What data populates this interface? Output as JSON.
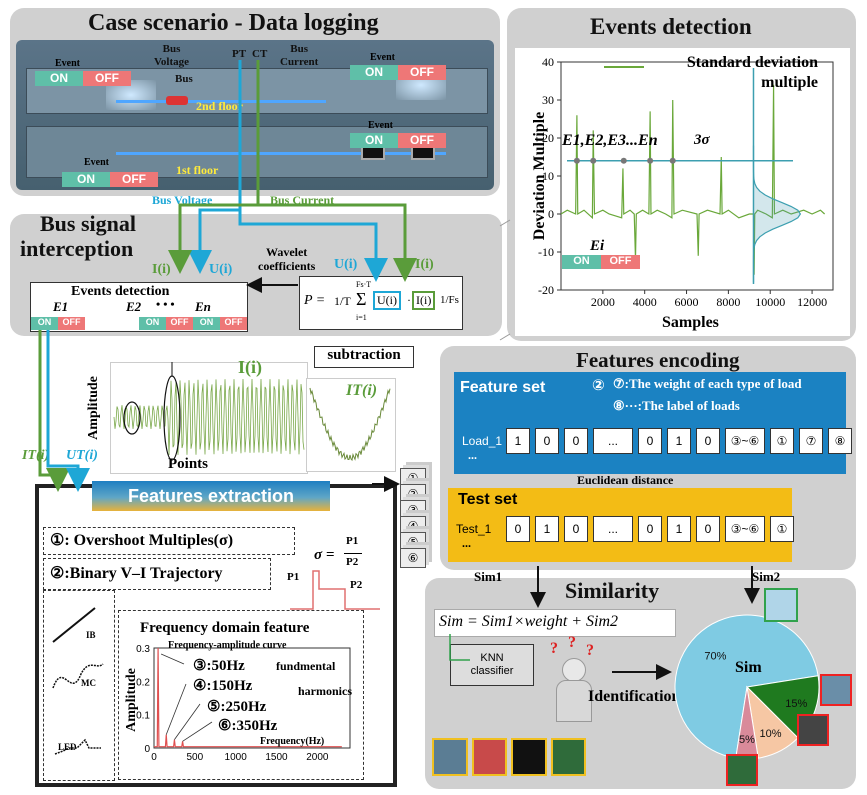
{
  "scenario": {
    "title": "Case scenario - Data logging",
    "bus_voltage_label": "Bus\nVoltage",
    "bus_label": "Bus",
    "pt_label": "PT",
    "ct_label": "CT",
    "bus_current_label": "Bus\nCurrent",
    "event_label": "Event",
    "on": "ON",
    "off": "OFF",
    "floor2": "2nd floor",
    "floor1": "1st floor"
  },
  "wires": {
    "bus_voltage": "Bus Voltage",
    "bus_current": "Bus Current"
  },
  "interception": {
    "title_line1": "Bus signal",
    "title_line2": "interception",
    "wavelet": "Wavelet\ncoefficients",
    "i_label": "I(i)",
    "u_label": "U(i)",
    "events_title": "Events detection",
    "e1": "E1",
    "e2": "E2",
    "dots": "• • •",
    "en": "En",
    "formula_P": "P =",
    "formula_frac": "1/T",
    "formula_sum": "Σ",
    "formula_sum_top": "Fs·T",
    "formula_sum_bot": "i=1",
    "formula_u": "U(i)",
    "formula_dot": "·",
    "formula_i": "I(i)",
    "formula_fs": "1/Fs"
  },
  "events_panel": {
    "title": "Events detection",
    "legend": "Standard deviation\nmultiple",
    "annotation": "E1,E2,E3...En",
    "sigma": "3σ",
    "ei": "Ei",
    "ylabel": "Deviation Multiple",
    "xlabel": "Samples",
    "yticks": [
      "40",
      "30",
      "20",
      "10",
      "0",
      "-10",
      "-20"
    ],
    "xticks": [
      "2000",
      "4000",
      "6000",
      "8000",
      "10000",
      "12000"
    ]
  },
  "chart_data": {
    "type": "line",
    "title": "",
    "xlabel": "Samples",
    "ylabel": "Deviation Multiple",
    "xlim": [
      0,
      13000
    ],
    "ylim": [
      -20,
      40
    ],
    "threshold_3sigma": 14,
    "series": [
      {
        "name": "Standard deviation multiple",
        "x": [
          0,
          300,
          700,
          760,
          800,
          1100,
          1500,
          1540,
          1600,
          2000,
          2300,
          2900,
          2960,
          3000,
          3300,
          3500,
          3560,
          3600,
          3900,
          4200,
          4260,
          4300,
          4600,
          5000,
          5300,
          5340,
          5400,
          5800,
          6500,
          6560,
          6600,
          7000,
          7600,
          7660,
          7700,
          8000,
          8500,
          9000,
          9200,
          9230,
          9260,
          9400,
          9800,
          10100,
          10160,
          10200,
          10600,
          11000,
          11600,
          12000,
          12400,
          12600
        ],
        "y": [
          0,
          1,
          0,
          26,
          0,
          1,
          -1,
          22,
          0,
          1,
          0,
          -1,
          12,
          0,
          1,
          0,
          -12,
          0,
          1,
          0,
          27,
          0,
          1,
          0,
          -1,
          30,
          0,
          1,
          0,
          -11,
          0,
          1,
          0,
          15,
          0,
          1,
          -1,
          0,
          0,
          -16,
          0,
          1,
          0,
          -1,
          34,
          0,
          1,
          0,
          1,
          0,
          1,
          0
        ]
      }
    ]
  },
  "extraction": {
    "subtraction": "subtraction",
    "amp_label": "Amplitude",
    "points_label": "Points",
    "i_label": "I(i)",
    "it_label": "IT(i)",
    "it_left": "IT(i)",
    "ut_left": "UT(i)",
    "title": "Features extraction",
    "item1": "①: Overshoot Multiples(σ)",
    "item2": "②:Binary V–I Trajectory",
    "sigma_eq": "σ =",
    "p1": "P1",
    "p2": "P2",
    "ib": "IB",
    "mc": "MC",
    "led": "LED",
    "freq_title": "Frequency domain feature",
    "freq_curve": "Frequency-amplitude curve",
    "f3": "③:50Hz",
    "f4": "④:150Hz",
    "f5": "⑤:250Hz",
    "f6": "⑥:350Hz",
    "fundamental": "fundmental",
    "harmonics": "harmonics",
    "freq_xlabel": "Frequency(Hz)",
    "freq_ylabel": "Amplitude",
    "freq_yticks": [
      "0.3",
      "0.2",
      "0.1",
      "0"
    ],
    "freq_xticks": [
      "0",
      "500",
      "1000",
      "1500",
      "2000"
    ],
    "stack": [
      "①",
      "②",
      "③",
      "④",
      "⑤",
      "⑥"
    ]
  },
  "encoding": {
    "title": "Features encoding",
    "feature_set": "Feature set",
    "circ2": "②",
    "note7": "⑦:The weight of each type of load",
    "note8": "⑧···:The label of loads",
    "load_row_label": "Load_1",
    "load_row_sub": "...",
    "load_cells": [
      "1",
      "0",
      "0",
      "...",
      "0",
      "1",
      "0",
      "③~⑥",
      "①",
      "⑦",
      "⑧"
    ],
    "euclid": "Euclidean distance",
    "test_set": "Test set",
    "test_row_label": "Test_1",
    "test_row_sub": "...",
    "test_cells": [
      "0",
      "1",
      "0",
      "...",
      "0",
      "1",
      "0",
      "③~⑥",
      "①"
    ]
  },
  "similarity": {
    "title": "Similarity",
    "sim1": "Sim1",
    "sim2": "Sim2",
    "formula": "Sim = Sim1×weight + Sim2",
    "knn": "KNN\nclassifier",
    "identification": "Identification",
    "pie_center": "Sim",
    "pie": [
      {
        "label": "70%",
        "value": 70,
        "color": "#7fcbe3"
      },
      {
        "label": "15%",
        "value": 15,
        "color": "#1f7a1f"
      },
      {
        "label": "10%",
        "value": 10,
        "color": "#f6c7a4"
      },
      {
        "label": "5%",
        "value": 5,
        "color": "#d98a9a"
      }
    ]
  }
}
